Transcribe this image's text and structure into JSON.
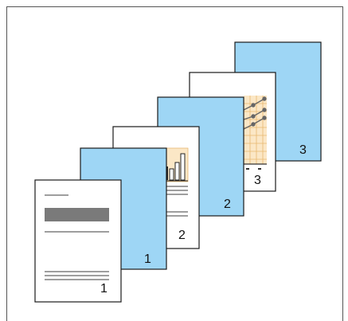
{
  "colors": {
    "separator": "#9ED6F5",
    "page": "#ffffff",
    "outline": "#1a1a1a",
    "frame": "#555555",
    "grey_bar": "#7a7a7a",
    "text_line": "#7f7f7f",
    "chart_bg": "#FBE7C6",
    "chart_grid": "#E8B870"
  },
  "sheets": [
    {
      "id": "page-1",
      "kind": "document",
      "label": "1"
    },
    {
      "id": "separator-1",
      "kind": "separator",
      "label": "1"
    },
    {
      "id": "page-2",
      "kind": "document",
      "label": "2"
    },
    {
      "id": "separator-2",
      "kind": "separator",
      "label": "2"
    },
    {
      "id": "page-3",
      "kind": "document",
      "label": "3"
    },
    {
      "id": "separator-3",
      "kind": "separator",
      "label": "3"
    }
  ]
}
